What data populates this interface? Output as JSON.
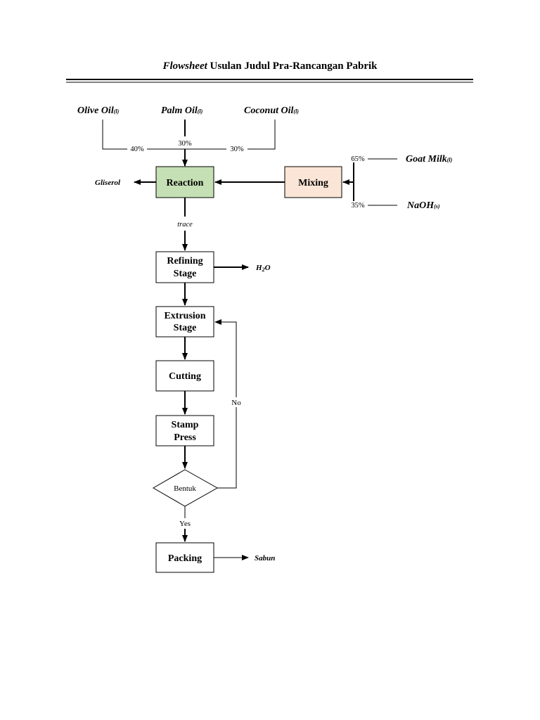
{
  "title": {
    "italic": "Flowsheet",
    "rest": " Usulan Judul Pra-Rancangan Pabrik"
  },
  "inputs": {
    "olive": {
      "name": "Olive Oil",
      "state": "(l)",
      "pct": "40%"
    },
    "palm": {
      "name": "Palm Oil",
      "state": "(l)",
      "pct": "30%"
    },
    "coconut": {
      "name": "Coconut Oil",
      "state": "(l)",
      "pct": "30%"
    },
    "goat": {
      "name": "Goat Milk",
      "state": "(l)",
      "pct": "65%"
    },
    "naoh": {
      "name": "NaOH",
      "state": "(s)",
      "pct": "35%"
    }
  },
  "nodes": {
    "reaction": {
      "label": "Reaction",
      "color": "#c5e0b4"
    },
    "mixing": {
      "label": "Mixing",
      "color": "#fbe5d6"
    },
    "refining": {
      "line1": "Refining",
      "line2": "Stage"
    },
    "extrusion": {
      "line1": "Extrusion",
      "line2": "Stage"
    },
    "cutting": {
      "label": "Cutting"
    },
    "stamp": {
      "line1": "Stamp",
      "line2": "Press"
    },
    "decision": {
      "label": "Bentuk"
    },
    "packing": {
      "label": "Packing"
    }
  },
  "outputs": {
    "gliserol": "Gliserol",
    "h2o": {
      "h": "H",
      "sub": "2",
      "o": "O"
    },
    "sabun": "Sabun"
  },
  "edges": {
    "trace": "trace",
    "no": "No",
    "yes": "Yes"
  }
}
